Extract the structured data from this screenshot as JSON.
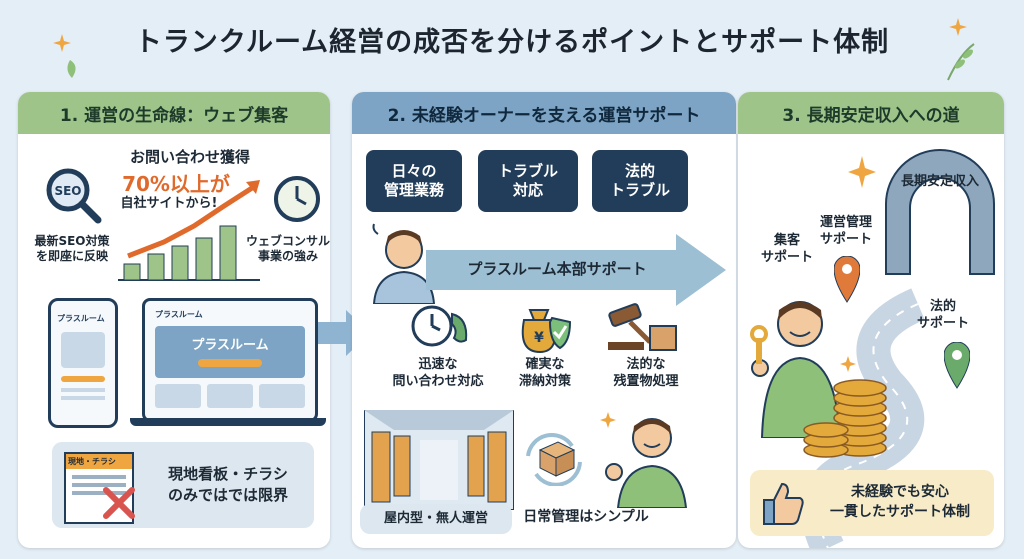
{
  "title": "トランクルーム経営の成否を分けるポイントとサポート体制",
  "panel1": {
    "header": "1. 運営の生命線：ウェブ集客",
    "inquiry_title": "お問い合わせ獲得",
    "inquiry_pct": "70%以上が",
    "inquiry_sub": "自社サイトから!",
    "seo_label": "最新SEO対策\nを即座に反映",
    "seo_icon": "SEO",
    "consult_label": "ウェブコンサル\n事業の強み",
    "phone_brand": "プラスルーム",
    "laptop_brand": "プラスルーム",
    "laptop_hero": "プラスルーム",
    "flyer_tag": "現地・チラシ",
    "limit_text": "現地看板・チラシ\nのみではでは限界"
  },
  "panel2": {
    "header": "2. 未経験オーナーを支える運営サポート",
    "problems": [
      "日々の\n管理業務",
      "トラブル\n対応",
      "法的\nトラブル"
    ],
    "arrow_label": "プラスルーム本部サポート",
    "supports": [
      "迅速な\n問い合わせ対応",
      "確実な\n滞納対策",
      "法的な\n残置物処理"
    ],
    "indoor_label": "屋内型・無人運営",
    "daily_label": "日常管理はシンプル"
  },
  "panel3": {
    "header": "3. 長期安定収入への道",
    "arch_label": "長期安定収入",
    "support_a": "集客\nサポート",
    "support_b": "運営管理\nサポート",
    "support_c": "法的\nサポート",
    "reassure": "未経験でも安心\n一貫したサポート体制"
  }
}
